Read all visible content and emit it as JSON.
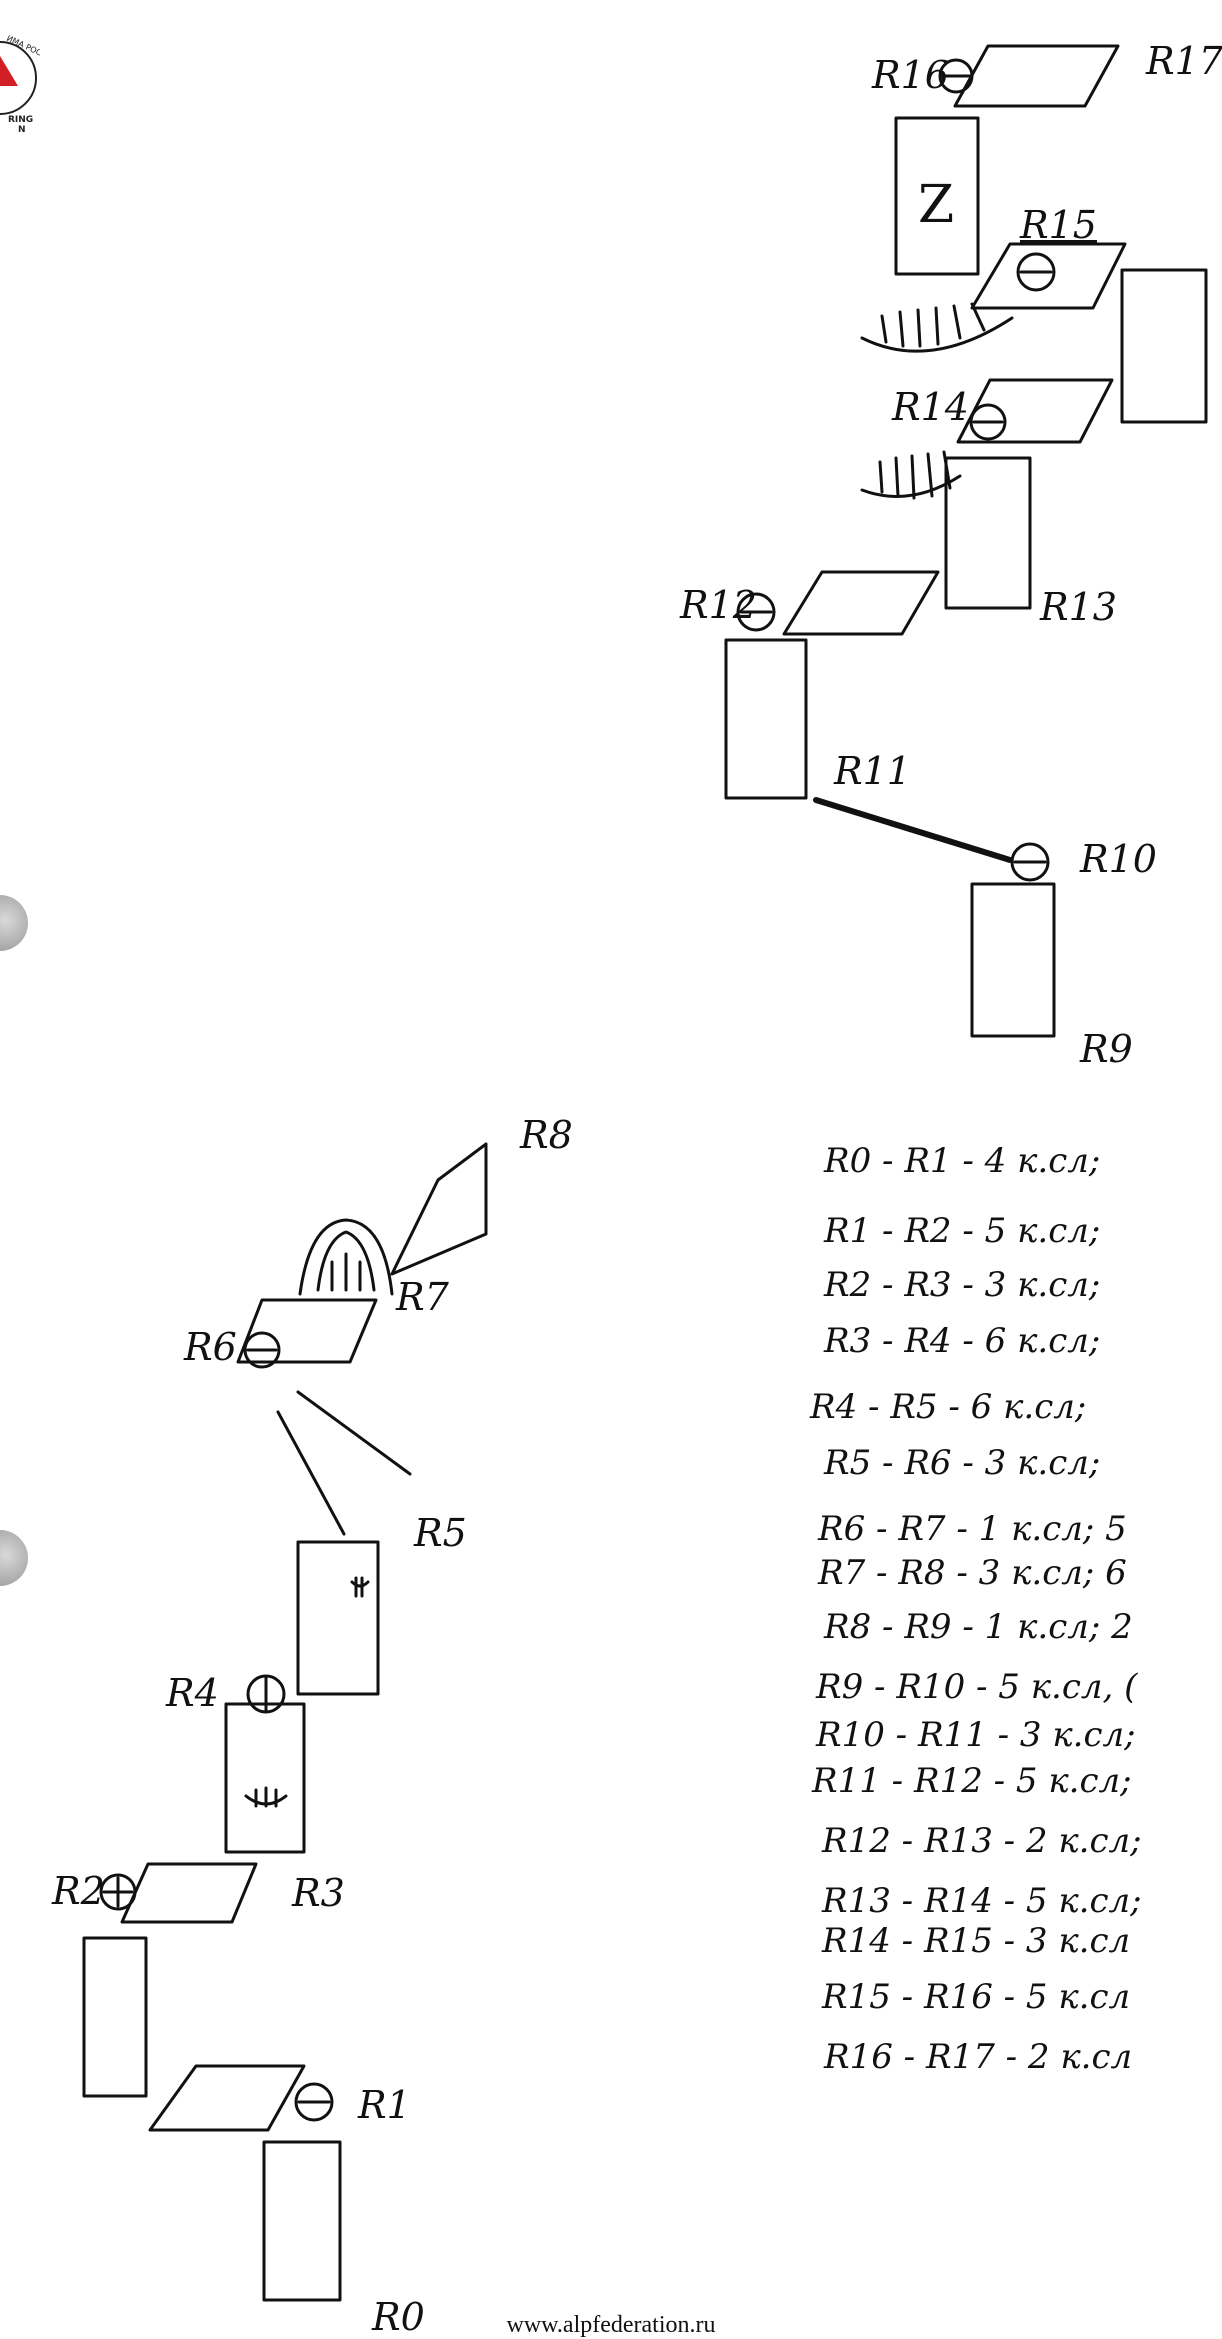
{
  "logo": {
    "arc_text": "ИМА РОССИИ",
    "lines": [
      "RING",
      "N"
    ]
  },
  "footer": {
    "url": "www.alpfederation.ru"
  },
  "labels": {
    "r0": "R0",
    "r1": "R1",
    "r2": "R2",
    "r3": "R3",
    "r4": "R4",
    "r5": "R5",
    "r6": "R6",
    "r7": "R7",
    "r8": "R8",
    "r9": "R9",
    "r10": "R10",
    "r11": "R11",
    "r12": "R12",
    "r13": "R13",
    "r14": "R14",
    "r15": "R15",
    "r16": "R16",
    "r17": "R17",
    "z": "Z"
  },
  "legend": [
    "R0 - R1 - 4 к.сл;",
    "R1 - R2 - 5 к.сл;",
    "R2 - R3 - 3 к.сл;",
    "R3 - R4 - 6 к.сл;",
    "R4 - R5 - 6 к.сл;",
    "R5 - R6 - 3 к.сл;",
    "R6 - R7 - 1 к.сл; 5",
    "R7 - R8 - 3 к.сл; 6",
    "R8 - R9 - 1 к.сл; 2",
    "R9 - R10 - 5 к.сл, (",
    "R10 - R11 - 3 к.сл;",
    "R11 - R12 - 5 к.сл;",
    "R12 - R13 - 2 к.сл;",
    "R13 - R14 - 5 к.сл;",
    "R14 - R15 - 3 к.сл",
    "R15 - R16 - 5 к.сл",
    "R16 - R17 - 2 к.сл"
  ]
}
